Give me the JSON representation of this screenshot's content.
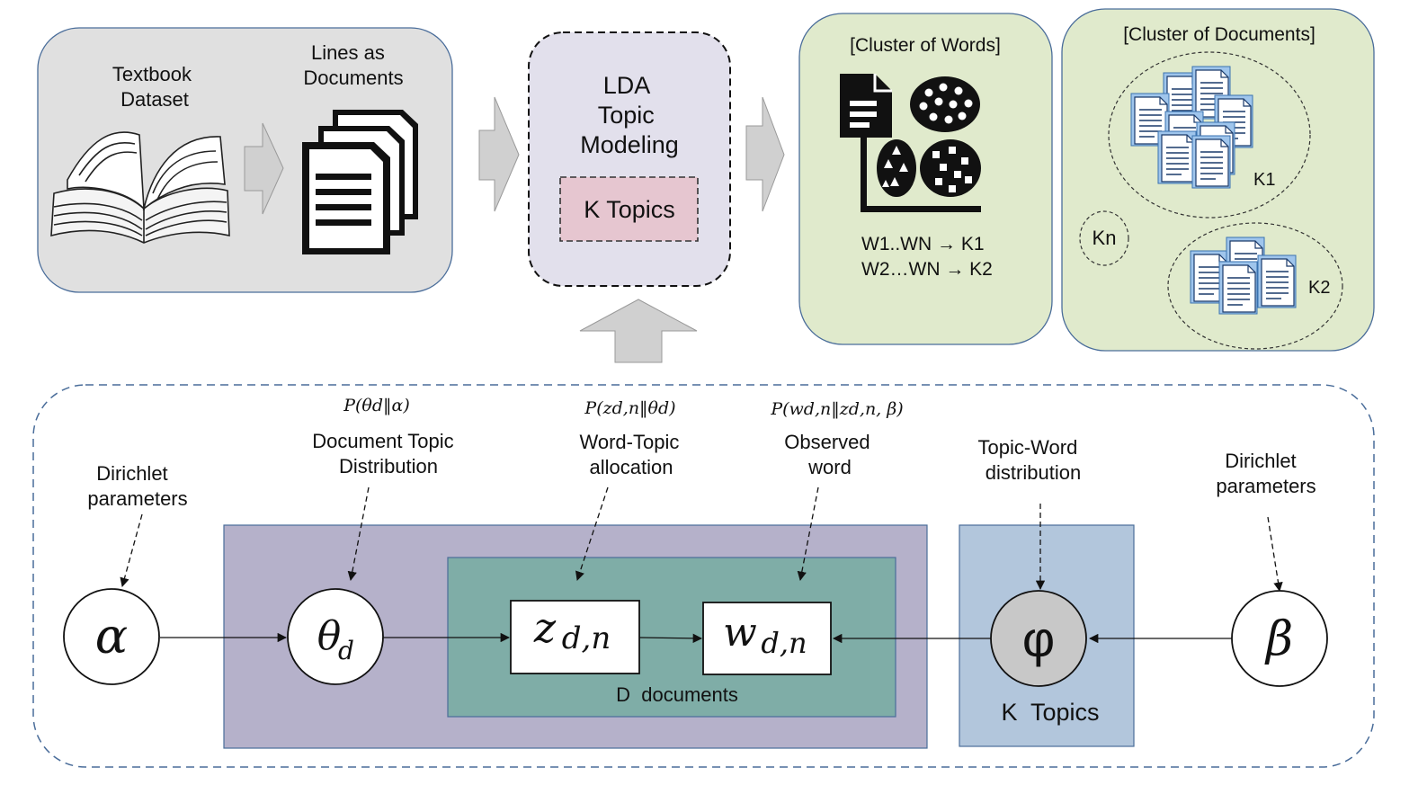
{
  "top": {
    "dataset_label": [
      "Textbook",
      "Dataset"
    ],
    "lines_label": [
      "Lines as",
      "Documents"
    ],
    "lda_label": [
      "LDA",
      "Topic",
      "Modeling"
    ],
    "k_topics": "K Topics",
    "words_cluster": {
      "title": "[Cluster of Words]",
      "line1": "W1..WN → K1",
      "line2": "W2…WN → K2"
    },
    "docs_cluster": {
      "title": "[Cluster of Documents]",
      "k1": "K1",
      "k2": "K2",
      "kn": "Kn"
    }
  },
  "bottom": {
    "alpha_caption": [
      "Dirichlet",
      "parameters"
    ],
    "beta_caption": [
      "Dirichlet",
      "parameters"
    ],
    "theta_formula": "P(θd‖α)",
    "theta_caption": [
      "Document Topic",
      "Distribution"
    ],
    "z_formula": "P(zd,n‖θd)",
    "z_caption": [
      "Word-Topic",
      "allocation"
    ],
    "w_formula": "P(wd,n‖zd,n, β)",
    "w_caption": [
      "Observed",
      "word"
    ],
    "phi_caption": [
      "Topic-Word",
      "distribution"
    ],
    "nodes": {
      "alpha": "α",
      "theta": "θ",
      "theta_sub": "d",
      "z": "z",
      "z_sub": "d,n",
      "w": "w",
      "w_sub": "d,n",
      "phi": "φ",
      "beta": "β"
    },
    "plates": {
      "documents": "D  documents",
      "topics": "K  Topics"
    }
  },
  "colors": {
    "top_left_panel": "#e0e0e0",
    "lda_panel": "#e2e0ec",
    "k_topics_box": "#e6c6d0",
    "cluster_panel": "#e0eacc",
    "outer_plate": "#b5b1ca",
    "inner_plate": "#7fada7",
    "topic_plate": "#b2c6dc",
    "phi_node": "#c8c8c8",
    "doc_blue": "#9fc5ec"
  }
}
